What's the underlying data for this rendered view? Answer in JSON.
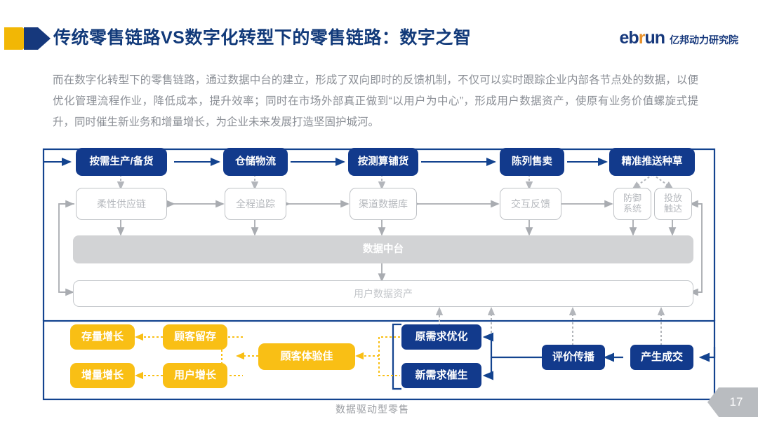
{
  "header": {
    "title": "传统零售链路VS数字化转型下的零售链路：数字之智",
    "logo_latin_pre": "eb",
    "logo_latin_accent": "r",
    "logo_latin_post": "un",
    "logo_cn": "亿邦动力研究院"
  },
  "body": {
    "paragraph": "而在数字化转型下的零售链路，通过数据中台的建立，形成了双向即时的反馈机制，不仅可以实时跟踪企业内部各节点处的数据，以便优化管理流程作业，降低成本，提升效率；同时在市场外部真正做到“以用户为中心”，形成用户数据资产，使原有业务价值螺旋式提升，同时催生新业务和增量增长，为企业未来发展打造坚固护城河。"
  },
  "diagram": {
    "caption": "数据驱动型零售",
    "top_row": [
      {
        "label": "按需生产/备货"
      },
      {
        "label": "仓储物流"
      },
      {
        "label": "按测算铺货"
      },
      {
        "label": "陈列售卖"
      },
      {
        "label": "精准推送种草"
      }
    ],
    "second_row": [
      {
        "label": "柔性供应链"
      },
      {
        "label": "全程追踪"
      },
      {
        "label": "渠道数据库"
      },
      {
        "label": "交互反馈"
      },
      {
        "label": "防御系统"
      },
      {
        "label": "投放触达"
      }
    ],
    "platform_bar": "数据中台",
    "asset_bar": "用户数据资产",
    "growth_boxes": [
      {
        "label": "存量增长"
      },
      {
        "label": "增量增长"
      },
      {
        "label": "顾客留存"
      },
      {
        "label": "用户增长"
      },
      {
        "label": "顾客体验佳"
      }
    ],
    "demand_boxes": [
      {
        "label": "原需求优化"
      },
      {
        "label": "新需求催生"
      }
    ],
    "loop_boxes": [
      {
        "label": "评价传播"
      },
      {
        "label": "产生成交"
      }
    ]
  },
  "footer": {
    "page_number": "17"
  },
  "colors": {
    "brand_navy": "#123a8c",
    "title_navy": "#123a7a",
    "accent_orange": "#e8912a",
    "yellow": "#f9bf15",
    "gray_node": "#bfc2c6",
    "gray_fill": "#d2d3d5",
    "body_text": "#8b8f96"
  }
}
